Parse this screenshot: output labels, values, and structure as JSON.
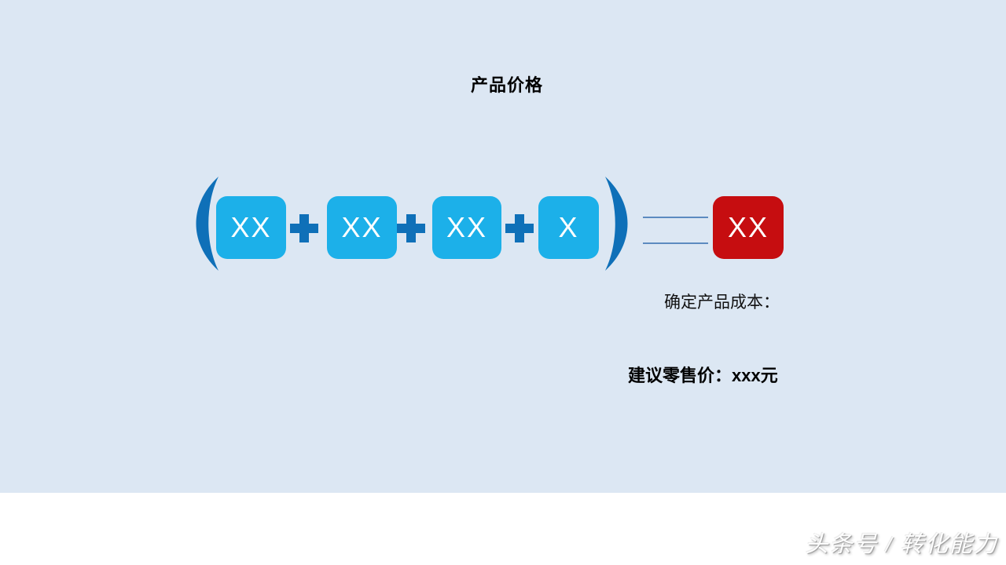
{
  "slide": {
    "title": "产品价格",
    "formula": {
      "open_paren": "(",
      "close_paren": ")",
      "operator": "+",
      "equals_style": "double-line",
      "items": [
        {
          "label": "XX"
        },
        {
          "label": "XX"
        },
        {
          "label": "XX"
        },
        {
          "label": "X"
        }
      ],
      "result_label": "XX"
    },
    "cost_note": "确定产品成本：",
    "price_note": "建议零售价：xxx元"
  },
  "footer": {
    "watermark": "头条号 / 转化能力"
  },
  "colors": {
    "slide_background": "#dce7f3",
    "term_box": "#1cb0e9",
    "operator_dark_blue": "#0f70b8",
    "result_box_red": "#c60d10",
    "equals_line": "#5c8bc0",
    "text_black": "#000000",
    "box_text_white": "#ffffff"
  }
}
